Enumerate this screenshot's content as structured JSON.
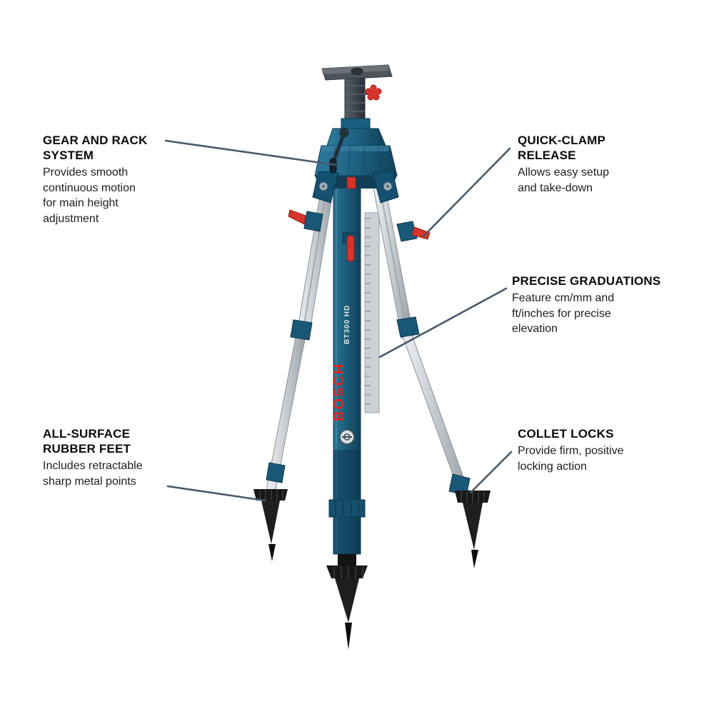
{
  "product": {
    "brand": "BOSCH",
    "model": "BT300 HD"
  },
  "callouts": [
    {
      "id": "gear-rack",
      "title_lines": [
        "GEAR AND RACK",
        "SYSTEM"
      ],
      "body_lines": [
        "Provides smooth",
        "continuous motion",
        "for main height",
        "adjustment"
      ]
    },
    {
      "id": "quick-clamp",
      "title_lines": [
        "QUICK-CLAMP",
        "RELEASE"
      ],
      "body_lines": [
        "Allows easy setup",
        "and take-down"
      ]
    },
    {
      "id": "precise-graduations",
      "title_lines": [
        "PRECISE GRADUATIONS"
      ],
      "body_lines": [
        "Feature cm/mm and",
        "ft/inches for precise",
        "elevation"
      ]
    },
    {
      "id": "rubber-feet",
      "title_lines": [
        "ALL-SURFACE",
        "RUBBER FEET"
      ],
      "body_lines": [
        "Includes retractable",
        "sharp metal points"
      ]
    },
    {
      "id": "collet-locks",
      "title_lines": [
        "COLLET LOCKS"
      ],
      "body_lines": [
        "Provide firm, positive",
        "locking action"
      ]
    }
  ],
  "colors": {
    "bosch_blue": "#1b5e7e",
    "bosch_red": "#d8342a",
    "leader_line": "#49596a",
    "aluminum": "#c6cbd0",
    "foot_black": "#181818"
  }
}
